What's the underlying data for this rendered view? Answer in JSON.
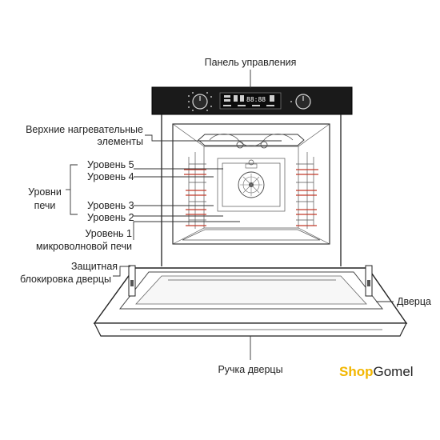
{
  "labels": {
    "control_panel": "Панель управления",
    "top_heaters_line1": "Верхние нагревательные",
    "top_heaters_line2": "элементы",
    "level5": "Уровень 5",
    "level4": "Уровень 4",
    "oven_levels_line1": "Уровни",
    "oven_levels_line2": "печи",
    "level3": "Уровень 3",
    "level2": "Уровень 2",
    "level1_line1": "Уровень 1",
    "level1_line2": "микроволновой печи",
    "door_lock_line1": "Защитная",
    "door_lock_line2": "блокировка дверцы",
    "door": "Дверца",
    "door_handle": "Ручка дверцы"
  },
  "display": {
    "clock": "88:88"
  },
  "watermark": {
    "part1": "Shop",
    "part2": "Gomel"
  },
  "colors": {
    "panel": "#1a1a1a",
    "shelf": "#c23a2a",
    "brand_accent": "#f2b600"
  }
}
